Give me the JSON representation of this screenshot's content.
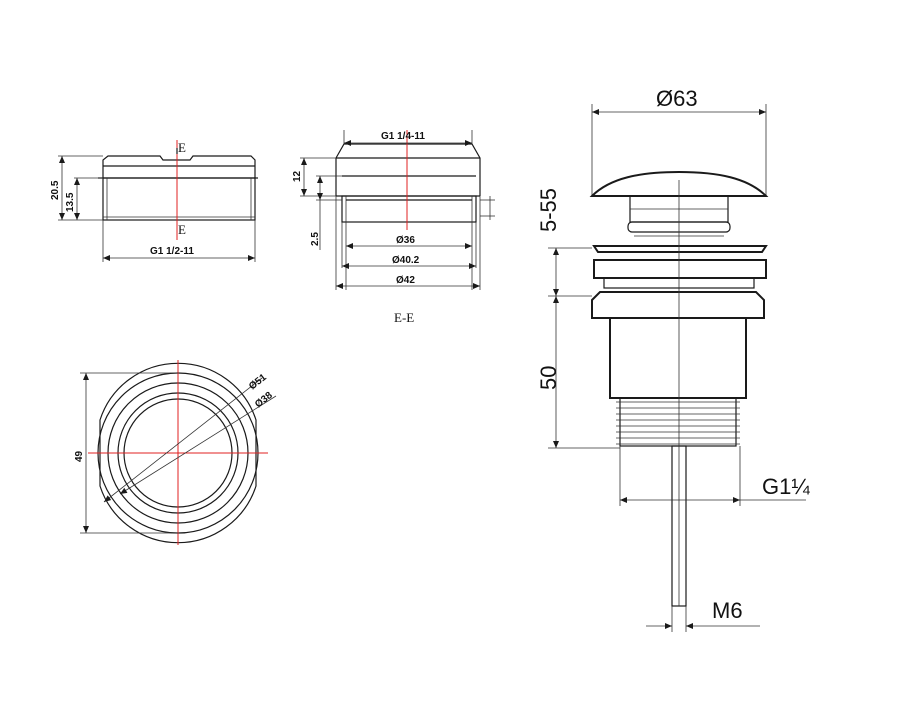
{
  "colors": {
    "line": "#1a1a1a",
    "centerline": "#e02020",
    "background": "#ffffff"
  },
  "top_left": {
    "section_marker_top": "E",
    "section_marker_bottom": "E",
    "dim_height_total": "20.5",
    "dim_height_thread": "13.5",
    "dim_thread": "G1 1/2-11"
  },
  "top_middle": {
    "dim_thread": "G1 1/4-11",
    "dim_height": "12",
    "dim_step": "2.5",
    "dim_d36": "Ø36",
    "dim_d40": "Ø40.2",
    "dim_d42": "Ø42",
    "section_label": "E-E"
  },
  "bottom_left": {
    "dim_height": "49",
    "dim_d51": "Ø51",
    "dim_d38": "Ø38"
  },
  "right": {
    "dim_cap": "Ø63",
    "dim_range": "5-55",
    "dim_body": "50",
    "dim_thread": "G1¼",
    "dim_rod": "M6"
  }
}
